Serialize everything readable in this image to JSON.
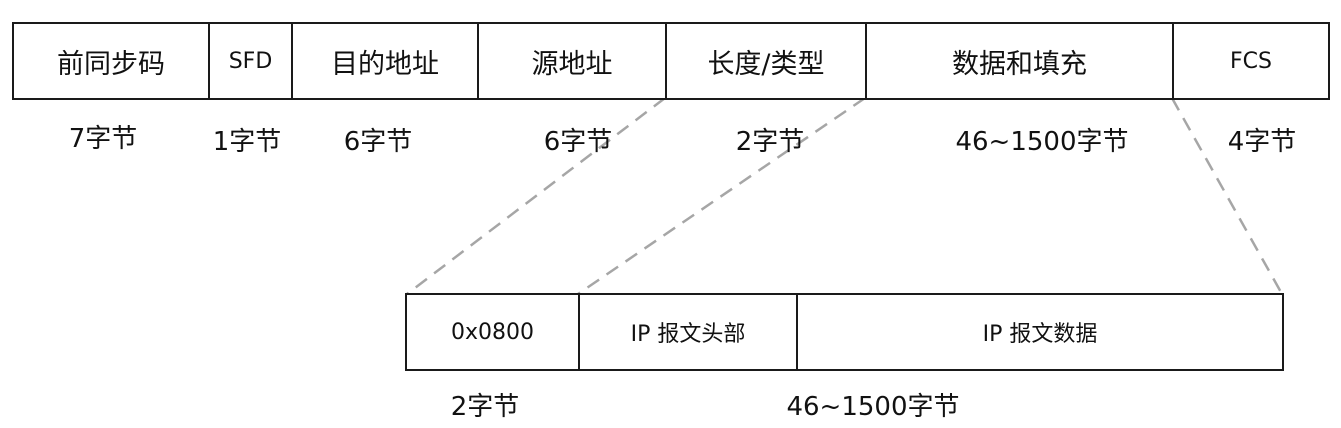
{
  "frame": {
    "fields": [
      {
        "label": "前同步码",
        "size": "7字节"
      },
      {
        "label": "SFD",
        "size": "1字节"
      },
      {
        "label": "目的地址",
        "size": "6字节"
      },
      {
        "label": "源地址",
        "size": "6字节"
      },
      {
        "label": "长度/类型",
        "size": "2字节"
      },
      {
        "label": "数据和填充",
        "size": "46~1500字节"
      },
      {
        "label": "FCS",
        "size": "4字节"
      }
    ]
  },
  "detail": {
    "fields": [
      {
        "label": "0x0800"
      },
      {
        "label": "IP 报文头部"
      },
      {
        "label": "IP 报文数据"
      }
    ],
    "sizes": [
      "2字节",
      "46~1500字节"
    ]
  },
  "colors": {
    "border": "#1a1a1a",
    "dash": "#a6a6a6"
  }
}
